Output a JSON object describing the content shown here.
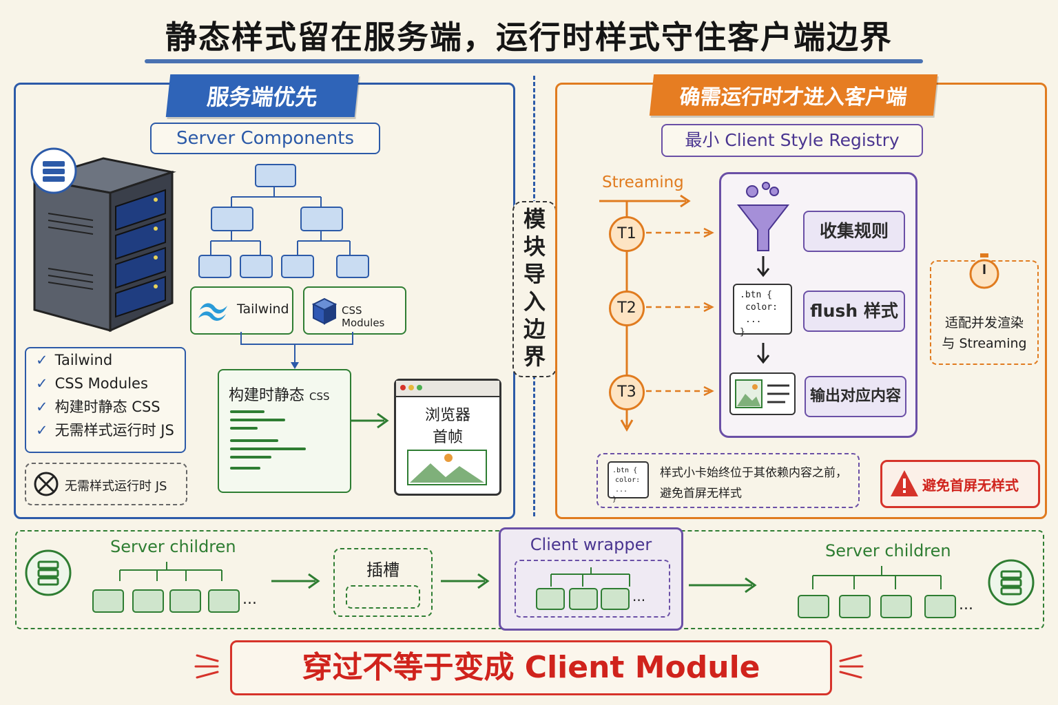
{
  "title": "静态样式留在服务端，运行时样式守住客户端边界",
  "left": {
    "banner": "服务端优先",
    "subtitle": "Server Components",
    "tailwind": "Tailwind",
    "css_modules": "CSS Modules",
    "checklist": [
      "Tailwind",
      "CSS Modules",
      "构建时静态 CSS",
      "无需样式运行时 JS"
    ],
    "no_runtime": "无需样式运行时 JS",
    "doc_title": "构建时静态",
    "doc_css": "CSS",
    "browser_line1": "浏览器",
    "browser_line2": "首帧"
  },
  "boundary": [
    "模",
    "块",
    "导",
    "入",
    "边",
    "界"
  ],
  "right": {
    "banner": "确需运行时才进入客户端",
    "subtitle": "最小 Client Style Registry",
    "streaming": "Streaming",
    "t1": "T1",
    "t2": "T2",
    "t3": "T3",
    "collect": "收集规则",
    "flush": "flush 样式",
    "output": "输出对应内容",
    "code_line1": ".btn {",
    "code_line2": "color: ...",
    "code_line3": "}",
    "concurrent_line1": "适配并发渲染",
    "concurrent_line2": "与 Streaming",
    "note_line1": "样式小卡始终位于其依赖内容之前，",
    "note_line2": "避免首屏无样式",
    "note_code1": ".btn {",
    "note_code2": "color: ...",
    "note_code3": "}",
    "warning": "避免首屏无样式"
  },
  "bottom": {
    "server_children_left": "Server children",
    "slot": "插槽",
    "client_wrapper": "Client wrapper",
    "server_children_right": "Server children",
    "ellipsis": "...",
    "banner": "穿过不等于变成 Client Module"
  },
  "colors": {
    "blue": "#2c5aa8",
    "orange": "#e07b1f",
    "purple": "#6a4fa6",
    "green": "#2e7d32",
    "red": "#d6332a"
  }
}
